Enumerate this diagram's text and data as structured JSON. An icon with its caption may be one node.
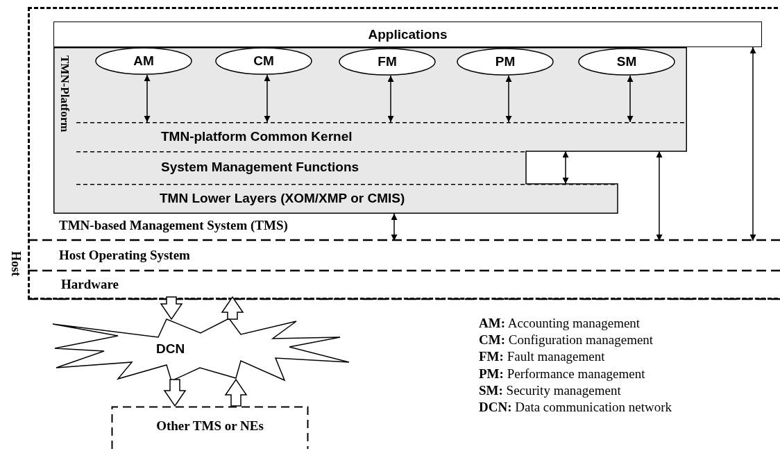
{
  "diagram": {
    "nodes": [
      {
        "text": [
          "Host"
        ]
      },
      {
        "text": [
          "TMN-based Management System (TMS)"
        ],
        "in": 0
      },
      {
        "text": [
          "Applications"
        ],
        "in": 1
      },
      {
        "text": [
          "TMN-Platform"
        ],
        "in": 1
      },
      {
        "text": [
          "AM"
        ],
        "in": 3
      },
      {
        "text": [
          "CM"
        ],
        "in": 3
      },
      {
        "text": [
          "FM"
        ],
        "in": 3
      },
      {
        "text": [
          "PM"
        ],
        "in": 3
      },
      {
        "text": [
          "SM"
        ],
        "in": 3
      },
      {
        "text": [
          "TMN-platform Common Kernel"
        ],
        "in": 3
      },
      {
        "text": [
          "System Management Functions"
        ],
        "in": 3
      },
      {
        "text": [
          "TMN Lower Layers (XOM/XMP or CMIS)"
        ],
        "in": 3
      },
      {
        "text": [
          "Host Operating System"
        ],
        "in": 0
      },
      {
        "text": [
          "Hardware"
        ],
        "in": 0
      },
      {
        "text": [
          "DCN"
        ]
      },
      {
        "text": [
          "Other TMS or NEs"
        ]
      }
    ],
    "edges": [
      {
        "from": 4,
        "to": 9,
        "arrow": "both"
      },
      {
        "from": 5,
        "to": 9,
        "arrow": "both"
      },
      {
        "from": 6,
        "to": 9,
        "arrow": "both"
      },
      {
        "from": 7,
        "to": 9,
        "arrow": "both"
      },
      {
        "from": 8,
        "to": 9,
        "arrow": "both"
      },
      {
        "from": 9,
        "to": 11,
        "arrow": "both"
      },
      {
        "from": 11,
        "to": 12,
        "arrow": "both"
      },
      {
        "from": 9,
        "to": 12,
        "arrow": "both"
      },
      {
        "from": 2,
        "to": 12,
        "arrow": "both"
      },
      {
        "from": 13,
        "to": 14,
        "arrow": "to",
        "style": "thick"
      },
      {
        "from": 14,
        "to": 13,
        "arrow": "to",
        "style": "thick"
      },
      {
        "from": 14,
        "to": 15,
        "arrow": "to",
        "style": "thick"
      },
      {
        "from": 15,
        "to": 14,
        "arrow": "to",
        "style": "thick"
      }
    ],
    "labels": [
      "**AM:** Accounting management",
      "**CM:** Configuration management",
      "**FM:** Fault management",
      "**PM:** Performance management",
      "**SM:** Security management",
      "**DCN:** Data communication network"
    ]
  }
}
